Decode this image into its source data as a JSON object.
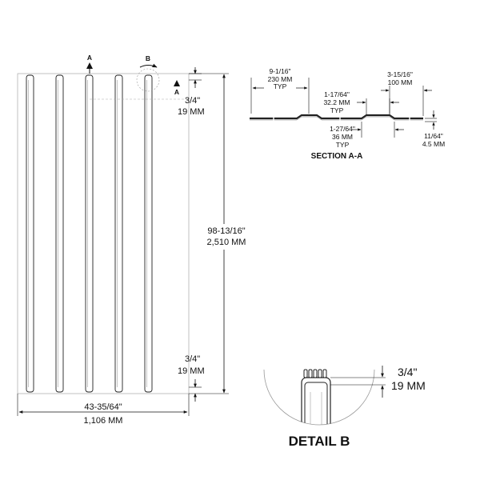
{
  "main_view": {
    "section_marker_a": "A",
    "detail_marker_b": "B",
    "section_marker_a_right": "A",
    "top_offset": {
      "imperial": "3/4\"",
      "metric": "19 MM"
    },
    "height": {
      "imperial": "98-13/16\"",
      "metric": "2,510 MM"
    },
    "bottom_offset": {
      "imperial": "3/4\"",
      "metric": "19 MM"
    },
    "width": {
      "imperial": "43-35/64\"",
      "metric": "1,106 MM"
    },
    "slot_count": 5
  },
  "section_aa": {
    "title": "SECTION A-A",
    "rib_spacing": {
      "imperial": "9-1/16\"",
      "metric": "230 MM",
      "note": "TYP"
    },
    "rib_top_width": {
      "imperial": "1-17/64\"",
      "metric": "32.2 MM",
      "note": "TYP"
    },
    "rib_bottom_width": {
      "imperial": "1-27/64\"",
      "metric": "36 MM",
      "note": "TYP"
    },
    "edge_width": {
      "imperial": "3-15/16\"",
      "metric": "100 MM"
    },
    "thickness": {
      "imperial": "11/64\"",
      "metric": "4.5 MM"
    }
  },
  "detail_b": {
    "title": "DETAIL B",
    "offset": {
      "imperial": "3/4\"",
      "metric": "19 MM"
    }
  }
}
